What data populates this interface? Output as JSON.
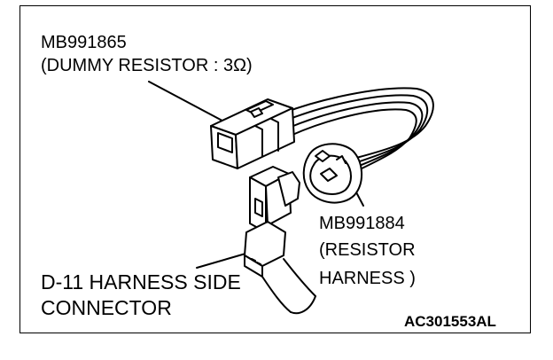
{
  "labels": {
    "dummy_resistor_part": "MB991865",
    "dummy_resistor_desc": "(DUMMY RESISTOR : 3Ω)",
    "resistor_harness_part": "MB991884",
    "resistor_harness_desc_1": "(RESISTOR",
    "resistor_harness_desc_2": "HARNESS )",
    "harness_connector_1": "D-11 HARNESS SIDE",
    "harness_connector_2": "CONNECTOR",
    "figure_code": "AC301553AL"
  }
}
